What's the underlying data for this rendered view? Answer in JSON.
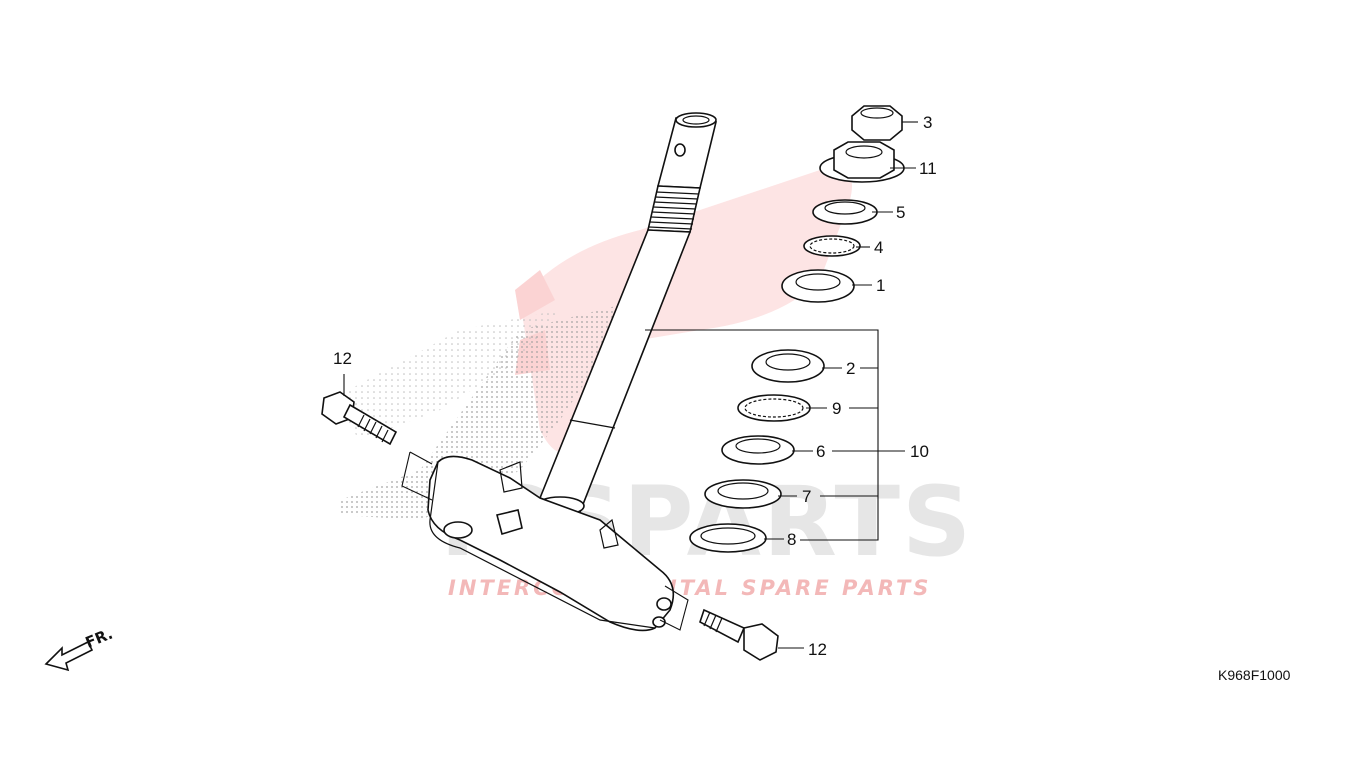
{
  "diagram_code": "K968F1000",
  "direction_label": "FR.",
  "watermark": {
    "brand": "ICSPARTS",
    "tagline": "INTERCONTINENTAL SPARE PARTS"
  },
  "callouts": {
    "c1": "1",
    "c2": "2",
    "c3": "3",
    "c4": "4",
    "c5": "5",
    "c6": "6",
    "c7": "7",
    "c8": "8",
    "c9": "9",
    "c10": "10",
    "c11": "11",
    "c12_upper": "12",
    "c12_lower": "12"
  },
  "colors": {
    "watermark_red": "#f3b8b8",
    "watermark_gray": "#e6e6e6",
    "line": "#111111"
  }
}
